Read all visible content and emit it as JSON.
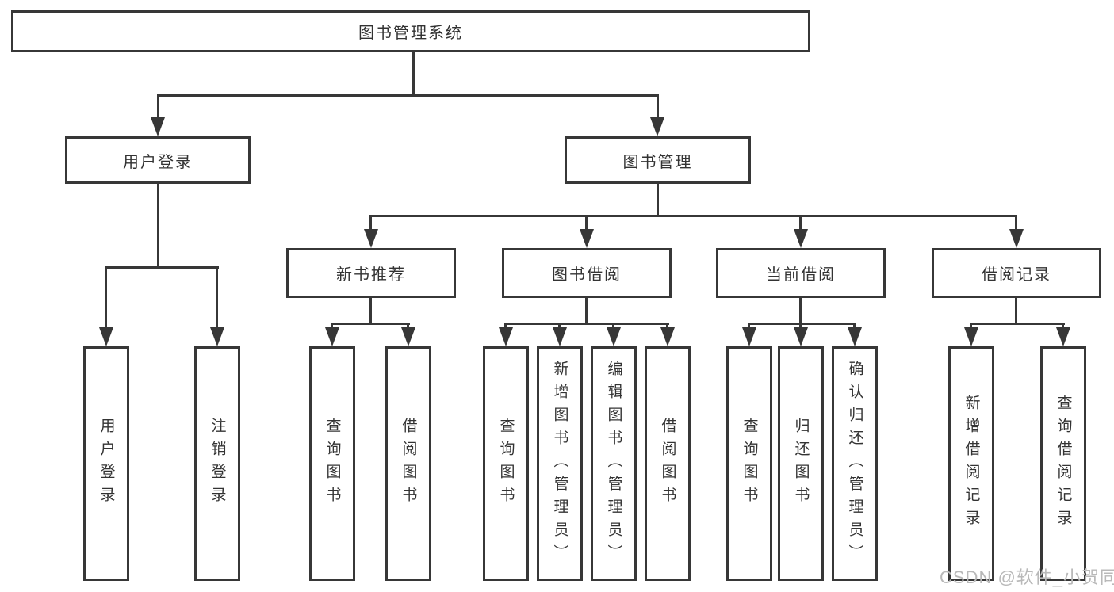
{
  "diagram": {
    "title": "图书管理系统",
    "root": {
      "label": "图书管理系统"
    },
    "branches": [
      {
        "label": "用户登录",
        "children": [
          {
            "label": "用户登录"
          },
          {
            "label": "注销登录"
          }
        ]
      },
      {
        "label": "图书管理",
        "children": [
          {
            "label": "新书推荐",
            "children": [
              {
                "label": "查询图书"
              },
              {
                "label": "借阅图书"
              }
            ]
          },
          {
            "label": "图书借阅",
            "children": [
              {
                "label": "查询图书"
              },
              {
                "label": "新增图书（管理员）"
              },
              {
                "label": "编辑图书（管理员）"
              },
              {
                "label": "借阅图书"
              }
            ]
          },
          {
            "label": "当前借阅",
            "children": [
              {
                "label": "查询图书"
              },
              {
                "label": "归还图书"
              },
              {
                "label": "确认归还（管理员）"
              }
            ]
          },
          {
            "label": "借阅记录",
            "children": [
              {
                "label": "新增借阅记录"
              },
              {
                "label": "查询借阅记录"
              }
            ]
          }
        ]
      }
    ]
  },
  "watermark": {
    "text": "CSDN @软件_小贺同学",
    "color": "#b9b9b9"
  },
  "colors": {
    "line": "#373737",
    "box_border": "#373737",
    "text": "#333333",
    "background": "#ffffff"
  }
}
